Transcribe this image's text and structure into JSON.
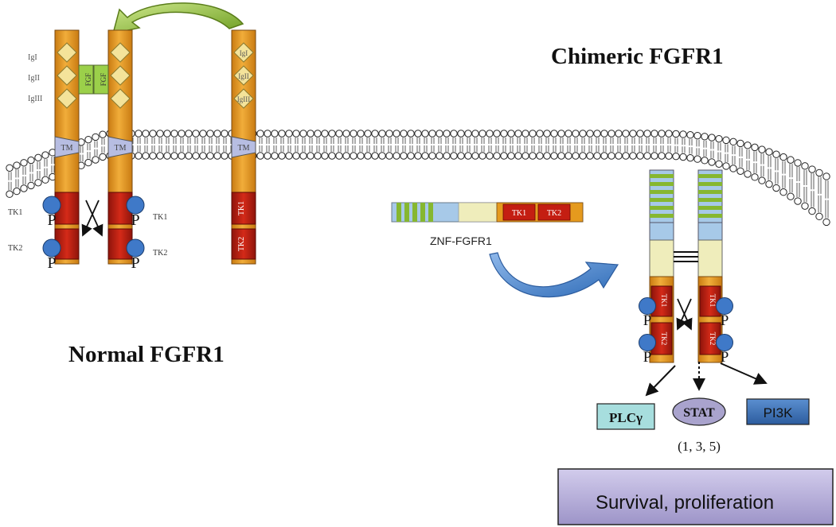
{
  "titles": {
    "chimeric": "Chimeric FGFR1",
    "normal": "Normal FGFR1"
  },
  "receptor_labels": {
    "ig1": "IgI",
    "ig2": "IgII",
    "ig3": "IgIII",
    "tm": "TM",
    "tk1": "TK1",
    "tk2": "TK2",
    "phospho": "P",
    "ligand": "FGF"
  },
  "fusion": {
    "name": "ZNF-FGFR1",
    "tk1": "TK1",
    "tk2": "TK2"
  },
  "effectors": {
    "plcg": "PLCγ",
    "stat": "STAT",
    "stat_sub": "(1, 3, 5)",
    "pi3k": "PI3K"
  },
  "outcome": "Survival, proliferation",
  "colors": {
    "receptor_orange": "#e59a1e",
    "tk_red": "#c41e12",
    "ig_diamond": "#f4e39a",
    "tm_lavender": "#b7bde2",
    "phospho_blue": "#3f79c8",
    "ligand_green": "#9bd04a",
    "plc_box": "#a7dede",
    "stat_oval": "#a9a3cd",
    "pi3k_box": "#3a6fb4",
    "outcome_box": "#b0a8d6",
    "arrow_green": "#86b730",
    "arrow_blue": "#4a84cc"
  }
}
